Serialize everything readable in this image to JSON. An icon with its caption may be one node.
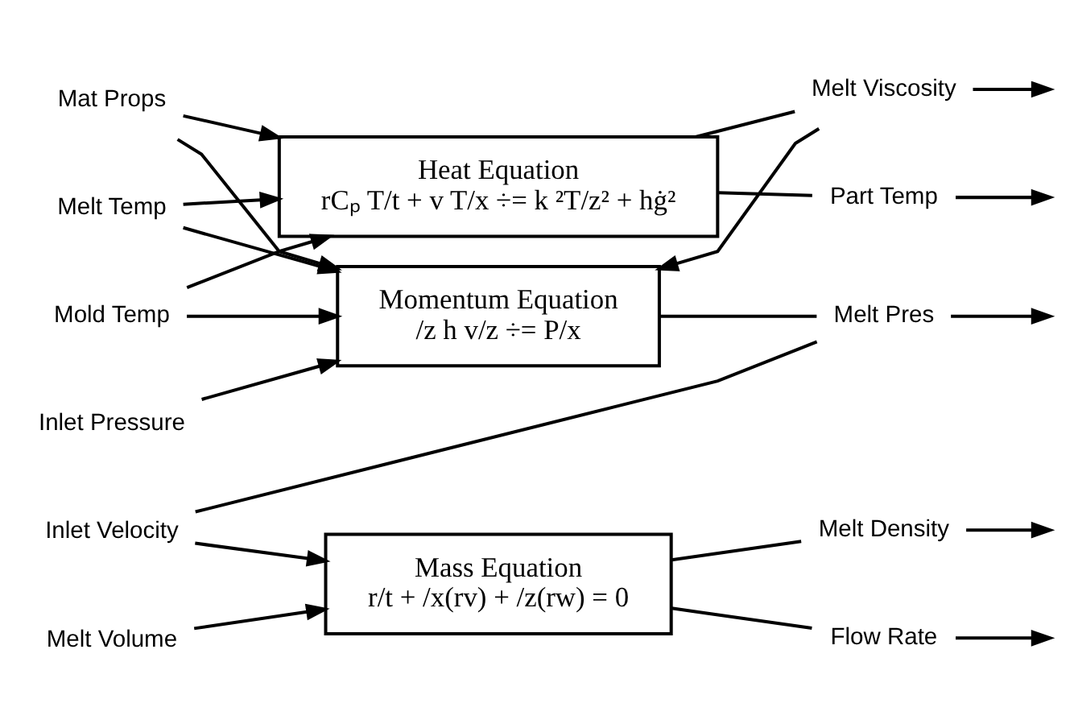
{
  "diagram": {
    "nodes": [
      {
        "text": [
          "Mat Props"
        ]
      },
      {
        "text": [
          "Melt Temp"
        ]
      },
      {
        "text": [
          "Mold Temp"
        ]
      },
      {
        "text": [
          "Heat Equation",
          "rCₚ T/t + v T/x ÷= k ²T/z² + hġ²"
        ]
      },
      {
        "text": [
          "Part Temp"
        ]
      },
      {
        "text": [
          "Melt Viscosity"
        ]
      },
      {
        "text": [
          "Melt Volume"
        ]
      },
      {
        "text": [
          "Inlet Velocity"
        ]
      },
      {
        "text": [
          "Mass Equation",
          "r/t + /x(rv) + /z(rw) = 0"
        ]
      },
      {
        "text": [
          "Flow Rate"
        ]
      },
      {
        "text": [
          "Melt Density"
        ]
      },
      {
        "text": [
          "Inlet Pressure"
        ]
      },
      {
        "text": [
          "Momentum Equation",
          "/z h v/z ÷= P/x"
        ]
      },
      {
        "text": [
          "Melt Pres"
        ]
      }
    ],
    "edges": [
      {
        "from": 0,
        "to": 3,
        "arrow": "to"
      },
      {
        "from": 1,
        "to": 3,
        "arrow": "to"
      },
      {
        "from": 2,
        "to": 3,
        "arrow": "to"
      },
      {
        "from": 0,
        "to": 12,
        "arrow": "to"
      },
      {
        "from": 1,
        "to": 12,
        "arrow": "to"
      },
      {
        "from": 2,
        "to": 12,
        "arrow": "to"
      },
      {
        "from": 3,
        "to": 4,
        "arrow": "none"
      },
      {
        "from": 3,
        "to": 5,
        "arrow": "none"
      },
      {
        "from": 4,
        "to": null,
        "arrow": "to"
      },
      {
        "from": 5,
        "to": null,
        "arrow": "to"
      },
      {
        "from": 5,
        "to": 12,
        "arrow": "to"
      },
      {
        "from": 6,
        "to": 8,
        "arrow": "to"
      },
      {
        "from": 7,
        "to": 8,
        "arrow": "to"
      },
      {
        "from": 8,
        "to": 9,
        "arrow": "none"
      },
      {
        "from": 8,
        "to": 10,
        "arrow": "none"
      },
      {
        "from": 9,
        "to": null,
        "arrow": "to"
      },
      {
        "from": 10,
        "to": null,
        "arrow": "to"
      },
      {
        "from": 11,
        "to": 12,
        "arrow": "to"
      },
      {
        "from": 12,
        "to": 13,
        "arrow": "none"
      },
      {
        "from": 13,
        "to": null,
        "arrow": "to"
      },
      {
        "from": 7,
        "to": 13,
        "arrow": "none"
      }
    ]
  }
}
